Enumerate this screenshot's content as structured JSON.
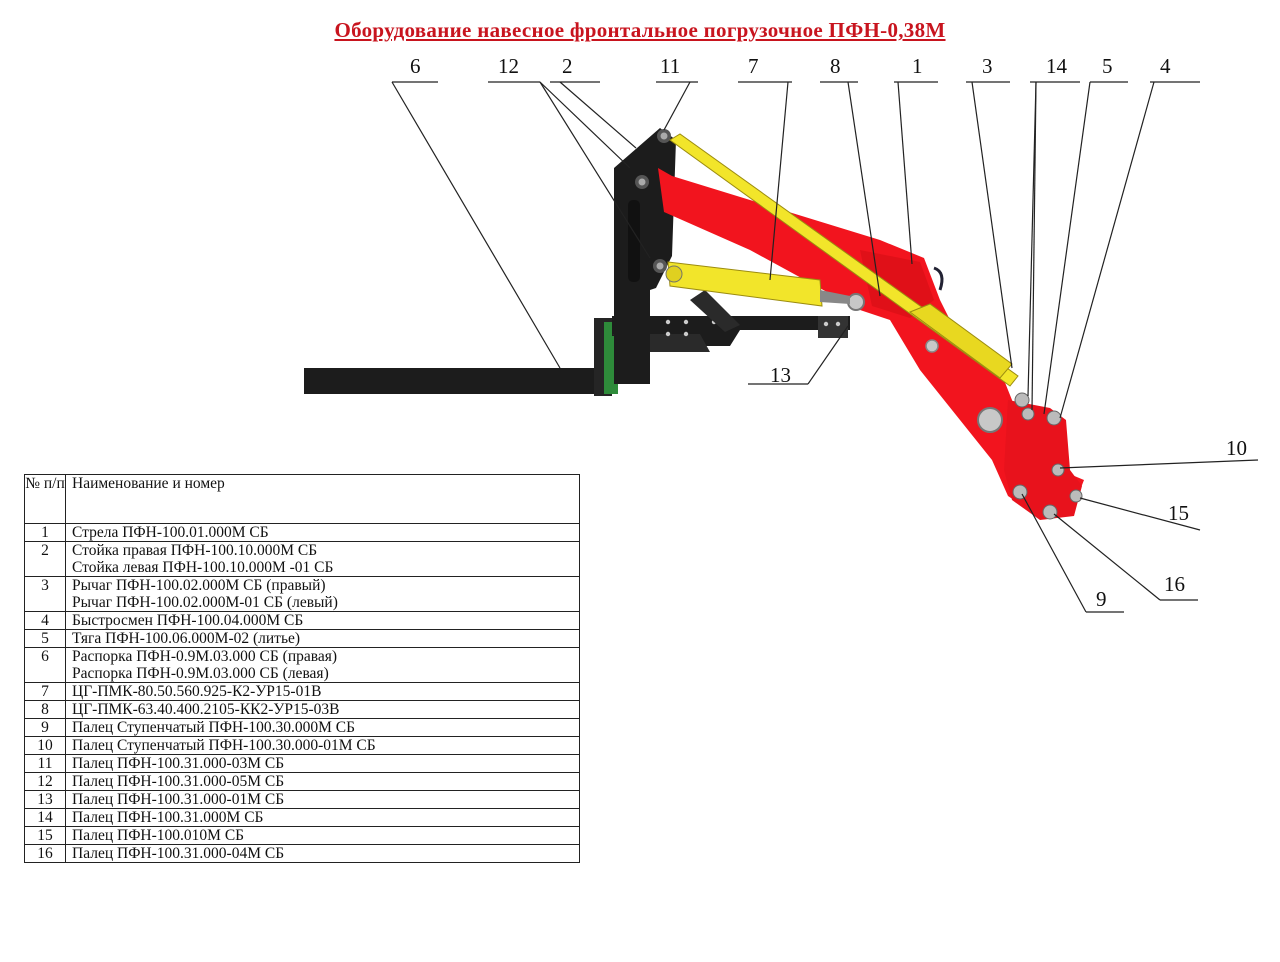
{
  "title": "Оборудование навесное фронтальное погрузочное ПФН-0,38М",
  "callouts": [
    "6",
    "12",
    "2",
    "11",
    "7",
    "8",
    "1",
    "3",
    "14",
    "5",
    "4",
    "10",
    "15",
    "16",
    "9",
    "13"
  ],
  "table": {
    "header_num": "№ п/п",
    "header_name": "Наименование и номер",
    "rows": [
      {
        "num": "1",
        "lines": [
          "Стрела ПФН-100.01.000М СБ"
        ]
      },
      {
        "num": "2",
        "lines": [
          "Стойка правая ПФН-100.10.000М СБ",
          "Стойка левая ПФН-100.10.000М -01 СБ"
        ]
      },
      {
        "num": "3",
        "lines": [
          "Рычаг ПФН-100.02.000М СБ (правый)",
          "Рычаг ПФН-100.02.000М-01 СБ (левый)"
        ]
      },
      {
        "num": "4",
        "lines": [
          "Быстросмен ПФН-100.04.000М СБ"
        ]
      },
      {
        "num": "5",
        "lines": [
          "Тяга ПФН-100.06.000М-02  (литье)"
        ]
      },
      {
        "num": "6",
        "lines": [
          "Распорка ПФН-0.9М.03.000 СБ (правая)",
          "Распорка ПФН-0.9М.03.000 СБ (левая)"
        ]
      },
      {
        "num": "7",
        "lines": [
          "ЦГ-ПМК-80.50.560.925-К2-УР15-01В"
        ]
      },
      {
        "num": "8",
        "lines": [
          "ЦГ-ПМК-63.40.400.2105-КК2-УР15-03В"
        ]
      },
      {
        "num": "9",
        "lines": [
          "Палец Ступенчатый ПФН-100.30.000М СБ"
        ]
      },
      {
        "num": "10",
        "lines": [
          "Палец Ступенчатый ПФН-100.30.000-01М СБ"
        ]
      },
      {
        "num": "11",
        "lines": [
          "Палец ПФН-100.31.000-03М СБ"
        ]
      },
      {
        "num": "12",
        "lines": [
          "Палец ПФН-100.31.000-05М СБ"
        ]
      },
      {
        "num": "13",
        "lines": [
          "Палец ПФН-100.31.000-01М СБ"
        ]
      },
      {
        "num": "14",
        "lines": [
          "Палец ПФН-100.31.000М СБ"
        ]
      },
      {
        "num": "15",
        "lines": [
          "Палец ПФН-100.010М СБ"
        ]
      },
      {
        "num": "16",
        "lines": [
          "Палец ПФН-100.31.000-04М СБ"
        ]
      }
    ]
  },
  "colors": {
    "title": "#c8141e",
    "boom": "#f2141e",
    "cylinder": "#f2e52a",
    "frame": "#1c1c1c"
  }
}
